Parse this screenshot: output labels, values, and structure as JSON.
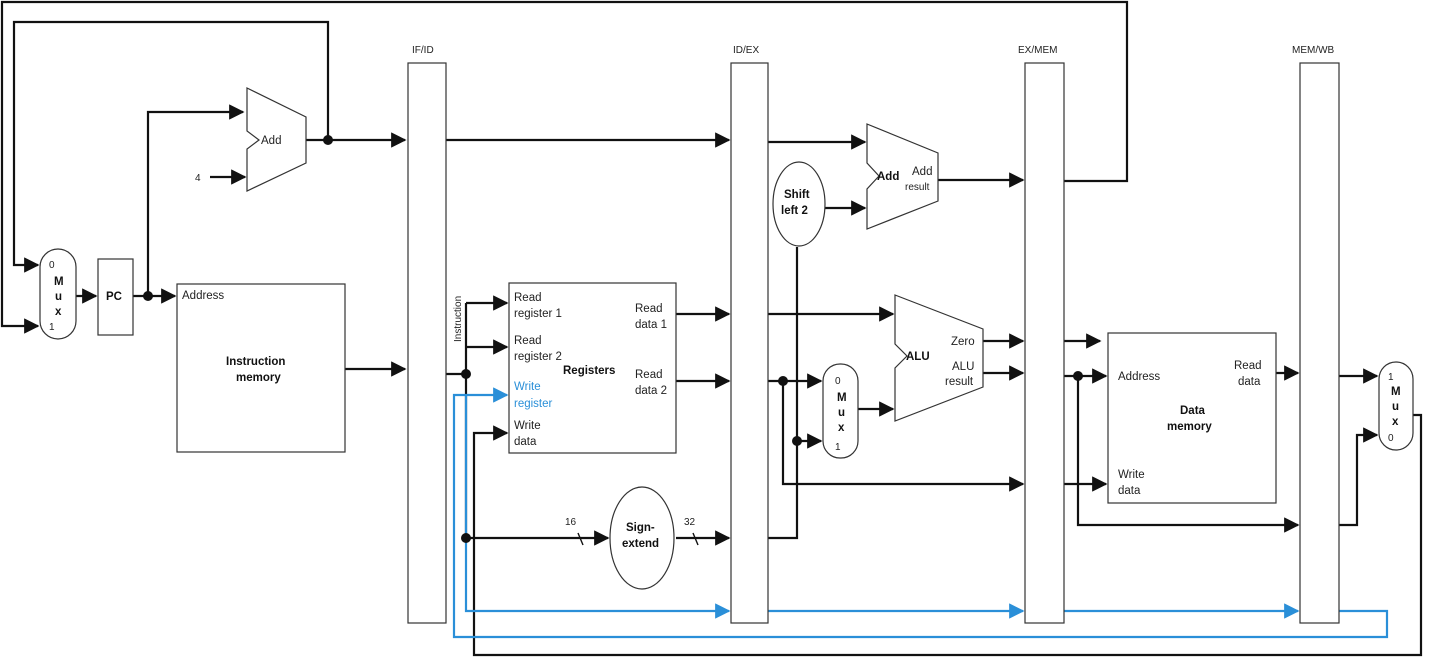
{
  "pipeline_registers": {
    "if_id": "IF/ID",
    "id_ex": "ID/EX",
    "ex_mem": "EX/MEM",
    "mem_wb": "MEM/WB"
  },
  "pc": {
    "label": "PC"
  },
  "pc_mux": {
    "in0": "0",
    "m": "M",
    "u": "u",
    "x": "x",
    "in1": "1"
  },
  "pc_adder": {
    "label": "Add",
    "constant": "4"
  },
  "instruction_memory": {
    "address": "Address",
    "title_line1": "Instruction",
    "title_line2": "memory"
  },
  "instruction_label": "Instruction",
  "registers": {
    "title": "Registers",
    "read_register_1_a": "Read",
    "read_register_1_b": "register 1",
    "read_register_2_a": "Read",
    "read_register_2_b": "register 2",
    "write_register_a": "Write",
    "write_register_b": "register",
    "write_data_a": "Write",
    "write_data_b": "data",
    "read_data_1_a": "Read",
    "read_data_1_b": "data 1",
    "read_data_2_a": "Read",
    "read_data_2_b": "data 2"
  },
  "sign_extend": {
    "line1": "Sign-",
    "line2": "extend",
    "in_width": "16",
    "out_width": "32"
  },
  "shift_left": {
    "line1": "Shift",
    "line2": "left 2"
  },
  "branch_adder": {
    "label": "Add",
    "result_a": "Add",
    "result_b": "result"
  },
  "alu_mux": {
    "in0": "0",
    "m": "M",
    "u": "u",
    "x": "x",
    "in1": "1"
  },
  "alu": {
    "label": "ALU",
    "zero": "Zero",
    "result_a": "ALU",
    "result_b": "result"
  },
  "data_memory": {
    "address": "Address",
    "title_line1": "Data",
    "title_line2": "memory",
    "write_data_a": "Write",
    "write_data_b": "data",
    "read_data_a": "Read",
    "read_data_b": "data"
  },
  "wb_mux": {
    "in1": "1",
    "m": "M",
    "u": "u",
    "x": "x",
    "in0": "0"
  },
  "colors": {
    "wire": "#111111",
    "write_register_path": "#2a8fd8"
  }
}
